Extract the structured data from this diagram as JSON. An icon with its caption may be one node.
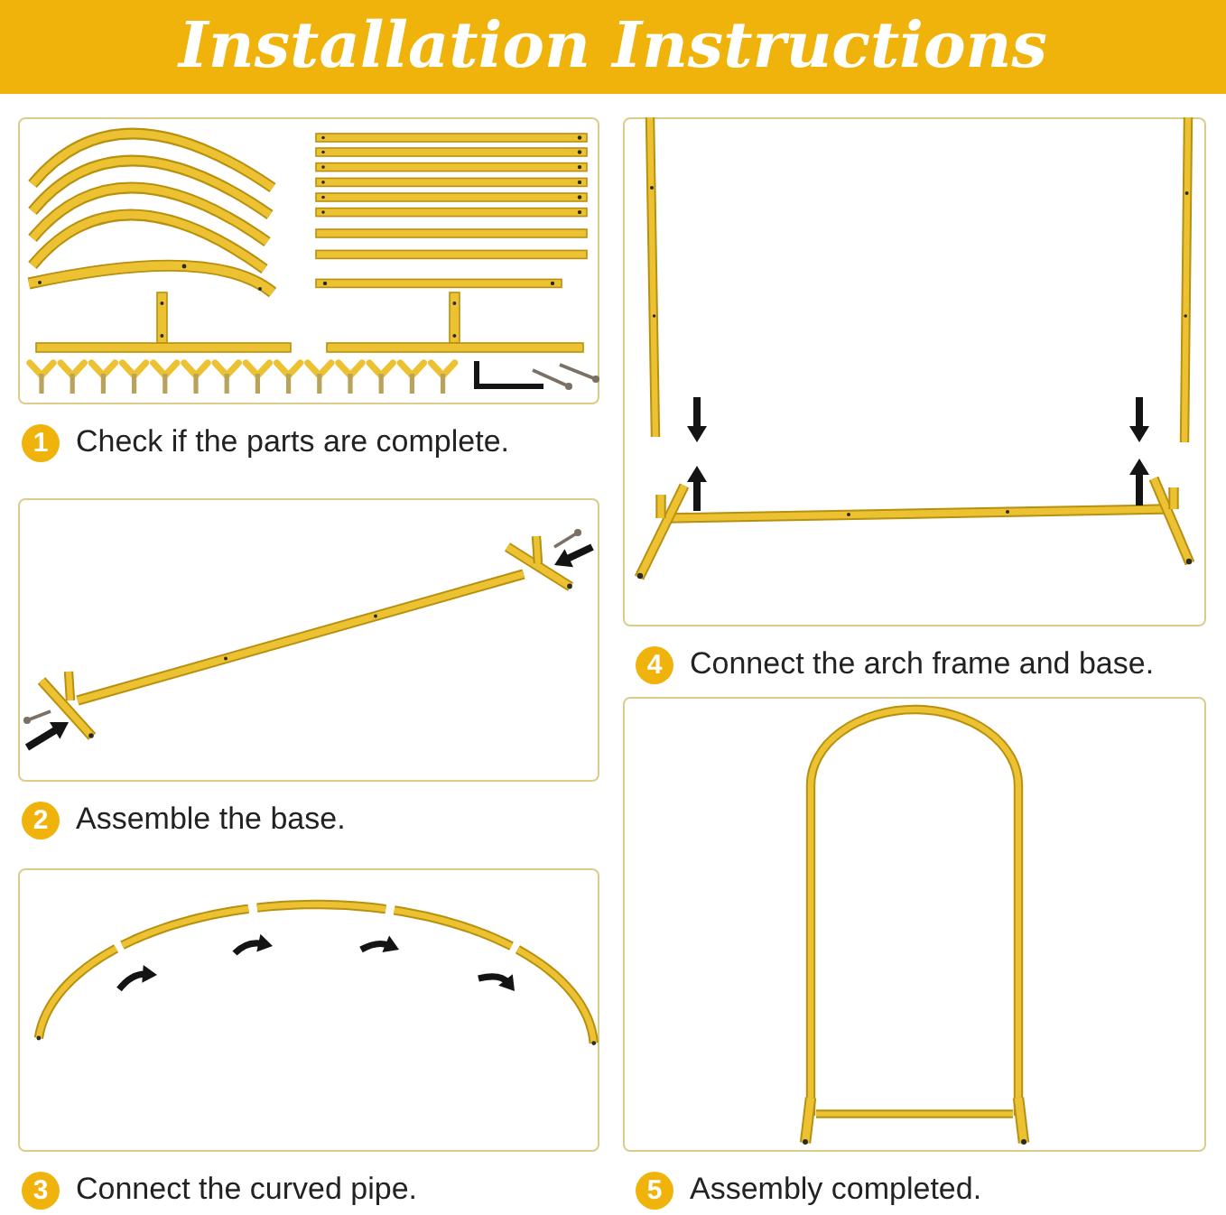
{
  "diagram": {
    "title": "Installation Instructions",
    "nodes": [
      {
        "text": [
          "1",
          "Check if the parts are complete."
        ]
      },
      {
        "text": [
          "2",
          "Assemble the base."
        ]
      },
      {
        "text": [
          "3",
          "Connect the curved pipe."
        ]
      },
      {
        "text": [
          "4",
          "Connect the arch frame and base."
        ]
      },
      {
        "text": [
          "5",
          "Assembly completed."
        ]
      }
    ]
  }
}
